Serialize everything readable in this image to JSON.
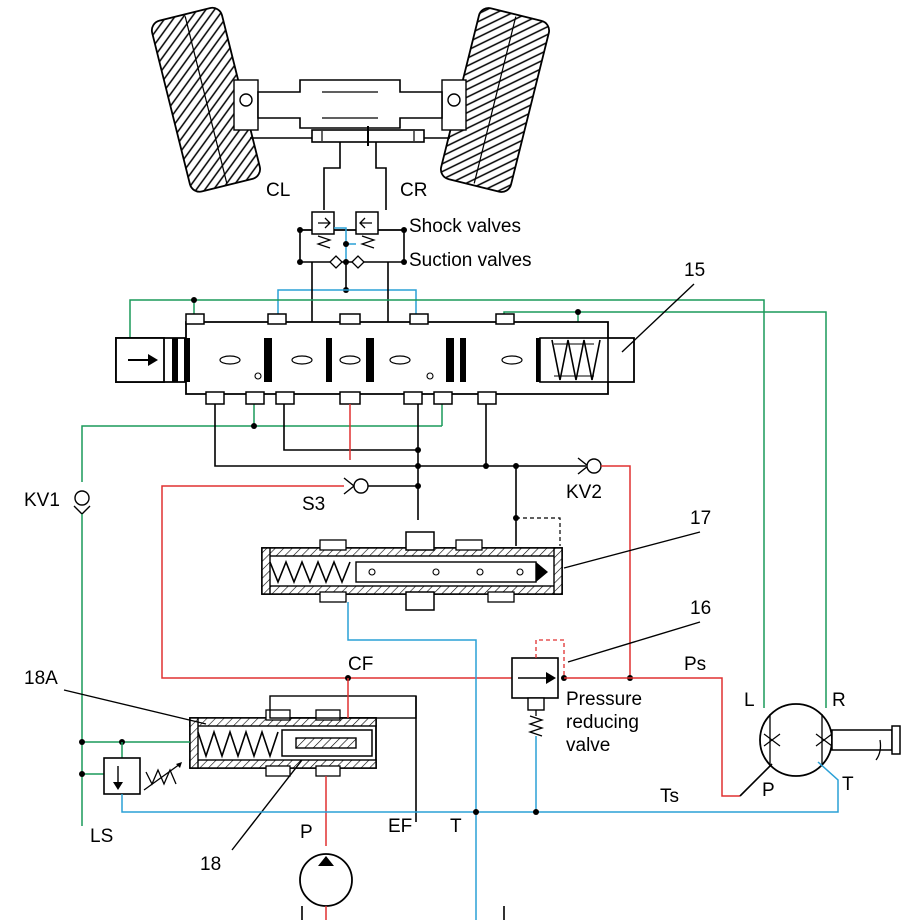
{
  "labels": {
    "cl": "CL",
    "cr": "CR",
    "shock_valves": "Shock valves",
    "suction_valves": "Suction valves",
    "n15": "15",
    "kv1": "KV1",
    "s3": "S3",
    "kv2": "KV2",
    "n17": "17",
    "n16": "16",
    "n18a": "18A",
    "cf": "CF",
    "ps": "Ps",
    "pressure": "Pressure",
    "reducing": "reducing",
    "valve": "valve",
    "l": "L",
    "r": "R",
    "p_unit": "P",
    "t_unit": "T",
    "ts": "Ts",
    "ls": "LS",
    "n18": "18",
    "p_pump": "P",
    "ef": "EF",
    "t_tank": "T"
  },
  "colors": {
    "pilot_line": "#1a9a5a",
    "tank_line": "#2aa0d6",
    "pressure_line": "#e03030",
    "outline": "#000000"
  }
}
